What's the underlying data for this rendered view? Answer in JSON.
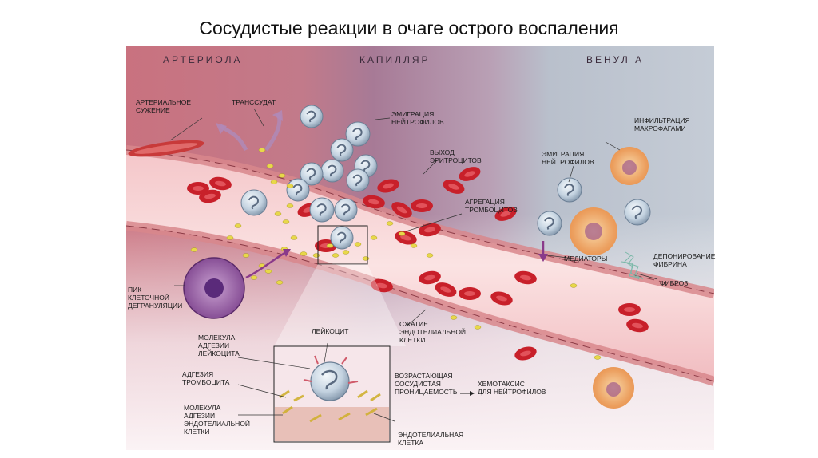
{
  "title": "Сосудистые реакции в очаге острого воспаления",
  "sections": {
    "arteriole": "АРТЕРИОЛА",
    "capillary": "КАПИЛЛЯР",
    "venule": "ВЕНУЛ А"
  },
  "labels": {
    "arterial_constriction": "АРТЕРИАЛЬНОЕ\nСУЖЕНИЕ",
    "transudate": "ТРАНССУДАТ",
    "neutrophil_emigration_1": "ЭМИГРАЦИЯ\nНЕЙТРОФИЛОВ",
    "rbc_exit": "ВЫХОД\nЭРИТРОЦИТОВ",
    "platelet_aggregation": "АГРЕГАЦИЯ\nТРОМБОЦИТОВ",
    "neutrophil_emigration_2": "ЭМИГРАЦИЯ\nНЕЙТРОФИЛОВ",
    "macrophage_infiltration": "ИНФИЛЬТРАЦИЯ\nМАКРОФАГАМИ",
    "mediators": "МЕДИАТОРЫ",
    "fibrin_deposition": "ДЕПОНИРОВАНИЕ\nФИБРИНА",
    "fibrosis": "ФИБРОЗ",
    "degranulation_peak": "ПИК\nКЛЕТОЧНОЙ\nДЕГРАНУЛЯЦИИ",
    "endothelial_contraction": "СЖАТИЕ\nЭНДОТЕЛИАЛЬНОЙ\nКЛЕТКИ",
    "leukocyte": "ЛЕЙКОЦИТ",
    "leukocyte_adhesion_molecule": "МОЛЕКУЛА\nАДГЕЗИИ\nЛЕЙКОЦИТА",
    "platelet_adhesion": "АДГЕЗИЯ\nТРОМБОЦИТА",
    "endothelial_adhesion_molecule": "МОЛЕКУЛА\nАДГЕЗИИ\nЭНДОТЕЛИАЛЬНОЙ\nКЛЕТКИ",
    "increasing_permeability": "ВОЗРАСТАЮЩАЯ\nСОСУДИСТАЯ\nПРОНИЦАЕМОСТЬ",
    "chemotaxis": "ХЕМОТАКСИС\nДЛЯ НЕЙТРОФИЛОВ",
    "endothelial_cell": "ЭНДОТЕЛИАЛЬНАЯ\nКЛЕТКА"
  },
  "colors": {
    "arteriole_bg": "#c9727f",
    "capillary_bg": "#a77a96",
    "venule_bg": "#b9c0cc",
    "vessel_wall": "#d98a8a",
    "rbc": "#c8202a",
    "neutrophil": "#b9c9d8",
    "macrophage": "#e8a060",
    "platelet": "#e8d84a",
    "mast_cell": "#8a4a9a"
  }
}
